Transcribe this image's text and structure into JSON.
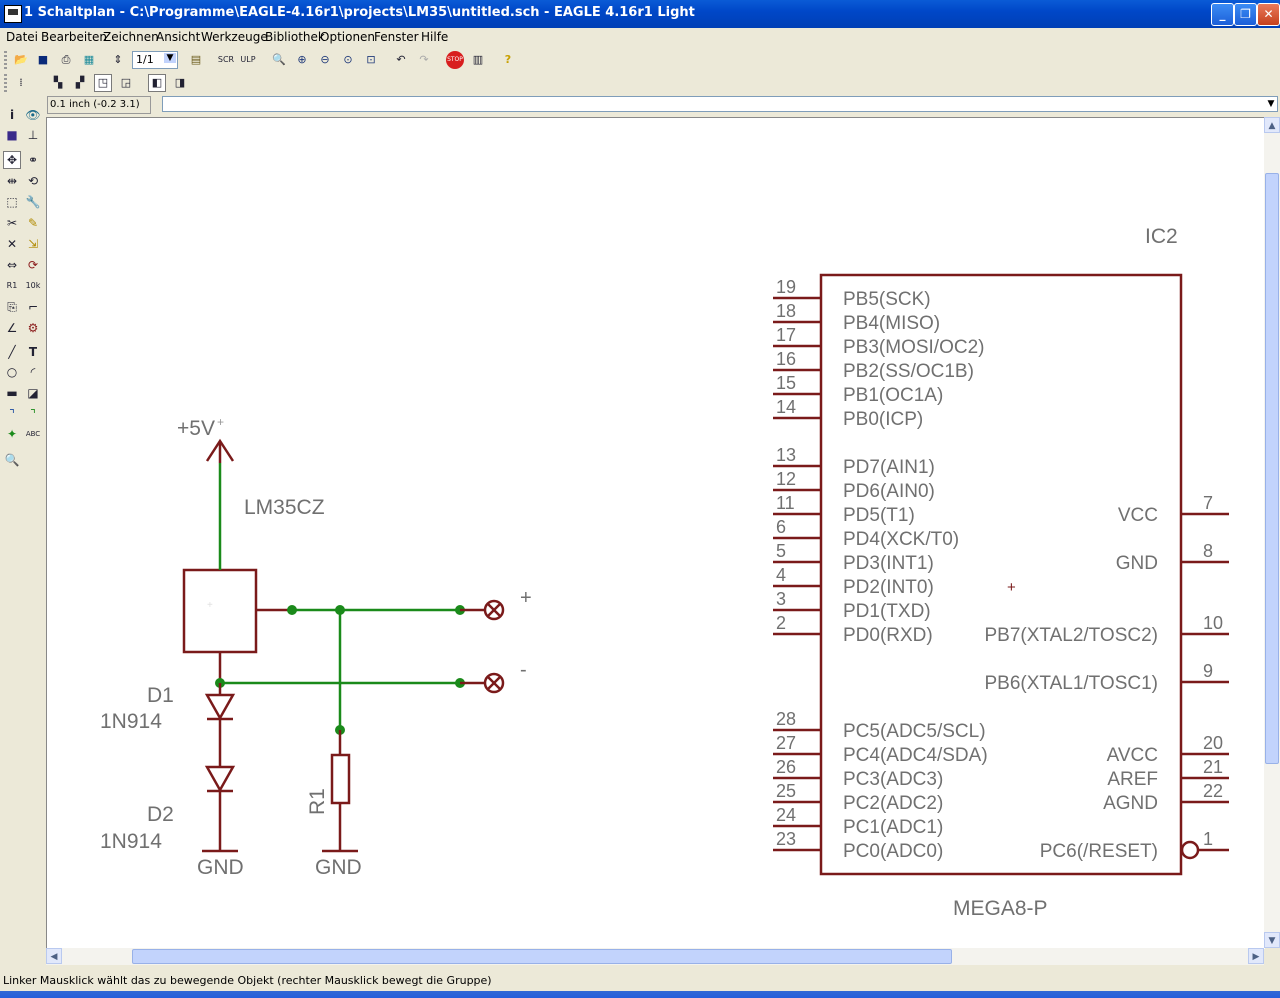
{
  "window": {
    "title": "1 Schaltplan - C:\\Programme\\EAGLE-4.16r1\\projects\\LM35\\untitled.sch - EAGLE 4.16r1 Light",
    "minimize_label": "_",
    "maximize_label": "❐",
    "close_label": "✕"
  },
  "menu": [
    "Datei",
    "Bearbeiten",
    "Zeichnen",
    "Ansicht",
    "Werkzeuge",
    "Bibliothek",
    "Optionen",
    "Fenster",
    "Hilfe"
  ],
  "toolbar": {
    "sheet_select_value": "1/1",
    "stop_label": "STOP",
    "help_label": "?"
  },
  "command_bar": {
    "coordinate_display": "0.1 inch (-0.2 3.1)",
    "command_value": ""
  },
  "status_bar": {
    "message": "Linker Mausklick wählt das zu bewegende Objekt (rechter Mausklick bewegt die Gruppe)"
  },
  "schematic": {
    "colors": {
      "symbol": "#7a1a1a",
      "net": "#1a8a1a",
      "text": "#707070",
      "background": "#ffffff"
    },
    "supply_label": "+5V",
    "sensor": {
      "value": "LM35CZ"
    },
    "diode1": {
      "name": "D1",
      "value": "1N914"
    },
    "diode2": {
      "name": "D2",
      "value": "1N914"
    },
    "resistor": {
      "name": "R1"
    },
    "gnd_left": "GND",
    "gnd_right": "GND",
    "connector_plus": "+",
    "connector_minus": "-",
    "ic": {
      "name": "IC2",
      "value": "MEGA8-P",
      "left_pins": [
        {
          "num": "19",
          "label": "PB5(SCK)"
        },
        {
          "num": "18",
          "label": "PB4(MISO)"
        },
        {
          "num": "17",
          "label": "PB3(MOSI/OC2)"
        },
        {
          "num": "16",
          "label": "PB2(SS/OC1B)"
        },
        {
          "num": "15",
          "label": "PB1(OC1A)"
        },
        {
          "num": "14",
          "label": "PB0(ICP)"
        },
        {
          "num": "13",
          "label": "PD7(AIN1)"
        },
        {
          "num": "12",
          "label": "PD6(AIN0)"
        },
        {
          "num": "11",
          "label": "PD5(T1)"
        },
        {
          "num": "6",
          "label": "PD4(XCK/T0)"
        },
        {
          "num": "5",
          "label": "PD3(INT1)"
        },
        {
          "num": "4",
          "label": "PD2(INT0)"
        },
        {
          "num": "3",
          "label": "PD1(TXD)"
        },
        {
          "num": "2",
          "label": "PD0(RXD)"
        },
        {
          "num": "28",
          "label": "PC5(ADC5/SCL)"
        },
        {
          "num": "27",
          "label": "PC4(ADC4/SDA)"
        },
        {
          "num": "26",
          "label": "PC3(ADC3)"
        },
        {
          "num": "25",
          "label": "PC2(ADC2)"
        },
        {
          "num": "24",
          "label": "PC1(ADC1)"
        },
        {
          "num": "23",
          "label": "PC0(ADC0)"
        }
      ],
      "right_pins": [
        {
          "num": "7",
          "label": "VCC"
        },
        {
          "num": "8",
          "label": "GND"
        },
        {
          "num": "10",
          "label": "PB7(XTAL2/TOSC2)"
        },
        {
          "num": "9",
          "label": "PB6(XTAL1/TOSC1)"
        },
        {
          "num": "20",
          "label": "AVCC"
        },
        {
          "num": "21",
          "label": "AREF"
        },
        {
          "num": "22",
          "label": "AGND"
        },
        {
          "num": "1",
          "label": "PC6(/RESET)"
        }
      ]
    }
  }
}
